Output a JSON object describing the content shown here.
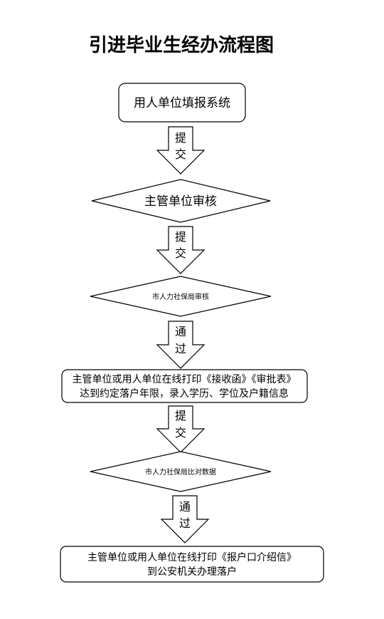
{
  "title": "引进毕业生经办流程图",
  "steps": [
    {
      "shape": "rounded-rect",
      "lines": [
        "用人单位填报系统"
      ]
    },
    {
      "shape": "diamond",
      "lines": [
        "主管单位审核"
      ]
    },
    {
      "shape": "diamond",
      "lines": [
        "市人力社保局审核"
      ]
    },
    {
      "shape": "rounded-rect",
      "lines": [
        "主管单位或用人单位在线打印《接收函》《审批表》",
        "达到约定落户年限，录入学历、学位及户籍信息"
      ]
    },
    {
      "shape": "diamond",
      "lines": [
        "市人力社保局比对数据"
      ]
    },
    {
      "shape": "rounded-rect",
      "lines": [
        "主管单位或用人单位在线打印《报户口介绍信》",
        "到公安机关办理落户"
      ]
    }
  ],
  "arrows": [
    {
      "label": [
        "提",
        "交"
      ]
    },
    {
      "label": [
        "提",
        "交"
      ]
    },
    {
      "label": [
        "通",
        "过"
      ]
    },
    {
      "label": [
        "提",
        "交"
      ]
    },
    {
      "label": [
        "通",
        "过"
      ]
    }
  ],
  "colors": {
    "stroke": "#000000",
    "fill": "#ffffff"
  }
}
